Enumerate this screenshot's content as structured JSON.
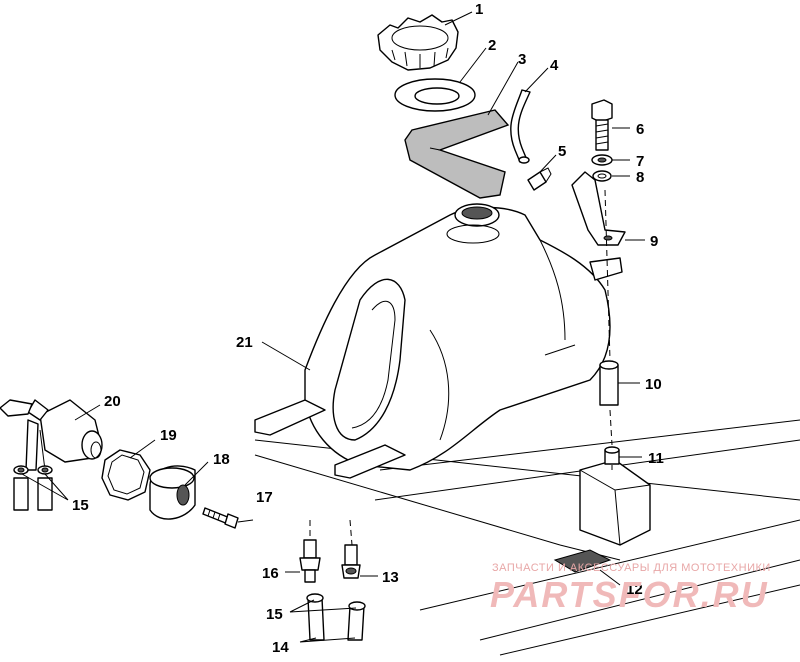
{
  "diagram": {
    "callouts": [
      "1",
      "2",
      "3",
      "4",
      "5",
      "6",
      "7",
      "8",
      "9",
      "10",
      "11",
      "12",
      "13",
      "14",
      "15",
      "15",
      "16",
      "17",
      "18",
      "19",
      "20",
      "21"
    ]
  },
  "watermark": {
    "tagline": "ЗАПЧАСТИ И АКСЕССУАРЫ ДЛЯ МОТОТЕХНИКИ",
    "brand": "PARTSFOR.RU"
  }
}
